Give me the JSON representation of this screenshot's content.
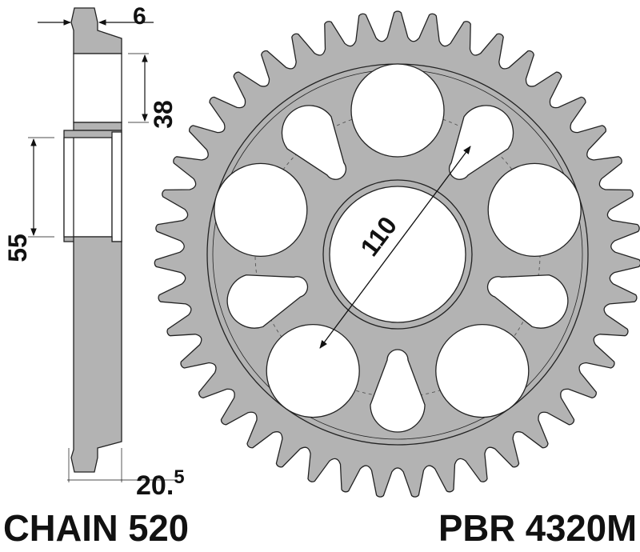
{
  "dimensions": {
    "thickness": "6",
    "hole_diameter": "38",
    "hub_width": "55",
    "bolt_circle": "110",
    "offset_main": "20.",
    "offset_sup": "5"
  },
  "footer": {
    "chain": "CHAIN 520",
    "part_number": "PBR 4320M"
  },
  "sprocket": {
    "teeth": 43
  },
  "colors": {
    "metal": "#b3b3b3",
    "line": "#222222"
  }
}
